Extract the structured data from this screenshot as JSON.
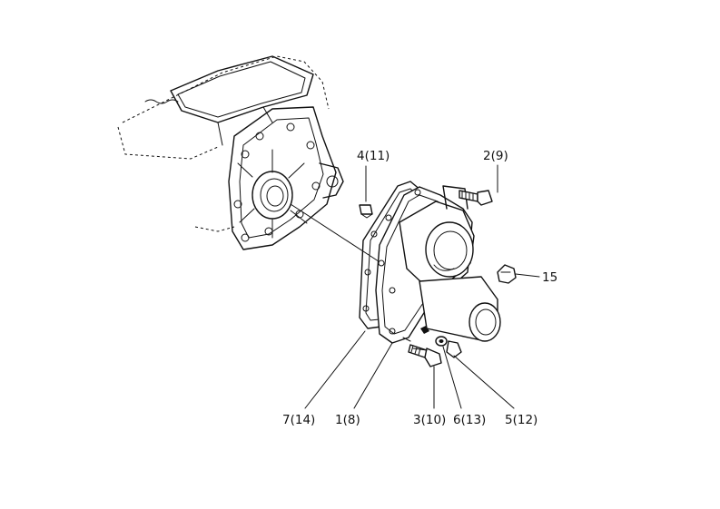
{
  "labels": {
    "part_1": "1(8)",
    "part_2": "2(9)",
    "part_3": "3(10)",
    "part_4": "4(11)",
    "part_5": "5(12)",
    "part_6": "6(13)",
    "part_7": "7(14)",
    "part_15": "15"
  }
}
